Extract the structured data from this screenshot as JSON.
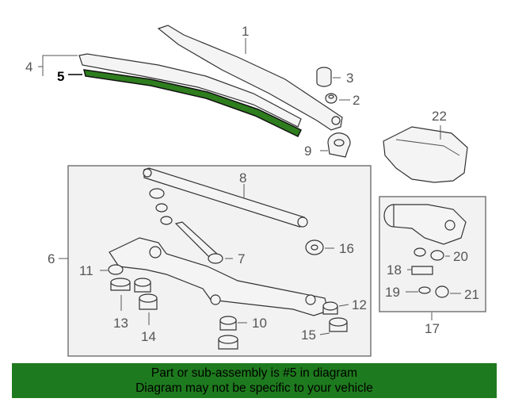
{
  "callouts": {
    "c1": "1",
    "c2": "2",
    "c3": "3",
    "c4": "4",
    "c5": "5",
    "c6": "6",
    "c7": "7",
    "c8": "8",
    "c9": "9",
    "c10": "10",
    "c11": "11",
    "c12": "12",
    "c13": "13",
    "c14": "14",
    "c15": "15",
    "c16": "16",
    "c17": "17",
    "c18": "18",
    "c19": "19",
    "c20": "20",
    "c21": "21",
    "c22": "22"
  },
  "highlight": {
    "part_number": "5",
    "color": "#2e7d1e"
  },
  "banner": {
    "line1": "Part or sub-assembly is #5 in diagram",
    "line2": "Diagram may not be specific to your vehicle",
    "color": "#1e7a1e"
  }
}
